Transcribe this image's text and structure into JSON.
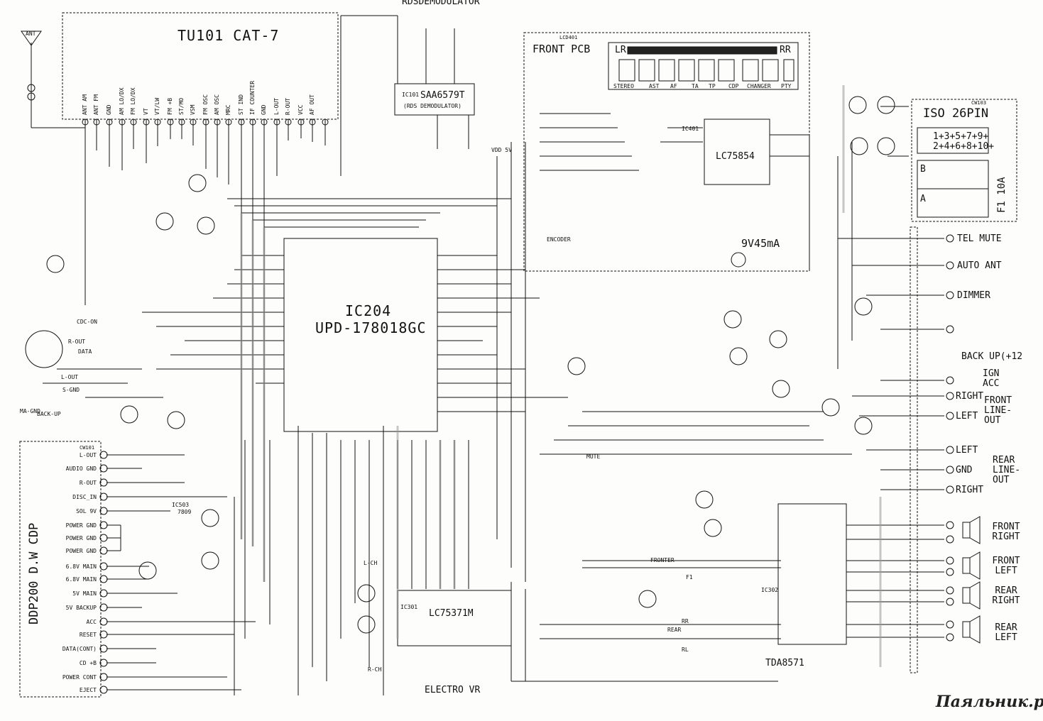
{
  "title_top": "RDSDEMODULATOR",
  "watermark": "Паяльник.ру",
  "tuner": {
    "name": "TU101 CAT-7",
    "antenna": "ANT",
    "pins": [
      "ANT AM",
      "ANT FM",
      "GND",
      "AM LO/DX",
      "FM LO/DX",
      "VT",
      "VT/LW",
      "FM +B",
      "ST/MO",
      "VSM",
      "FM OSC",
      "AM OSC",
      "MRC",
      "ST IND",
      "IF COUNTER",
      "GND",
      "L-OUT",
      "R-OUT",
      "VCC",
      "AF OUT"
    ]
  },
  "rds": {
    "ref": "IC101",
    "name": "SAA6579T",
    "desc": "(RDS DEMODULATOR)"
  },
  "front": {
    "label": "FRONT PCB",
    "lcd": "LCD401",
    "lr": "LR",
    "rr": "RR",
    "indicators": [
      "STEREO",
      "AST",
      "AF",
      "TA",
      "TP",
      "CDP",
      "CHANGER",
      "PTY"
    ],
    "driver": "LC75854",
    "driver_ref": "IC401",
    "encoder": "ENCODER",
    "power": "9V45mA"
  },
  "main_ic": {
    "ref": "IC204",
    "name": "UPD-178018GC"
  },
  "lc_ic": {
    "ref": "IC301",
    "name": "LC75371M"
  },
  "amp_ic": {
    "ref": "IC302",
    "name": "TDA8571"
  },
  "electro": "ELECTRO VR",
  "iso": {
    "title": "ISO 26PIN",
    "ref": "CW103",
    "odd": "1+3+5+7+9+",
    "even": "2+4+6+8+10+",
    "fuse": "F1 10A",
    "slot_b": "B",
    "slot_a": "A"
  },
  "right_terms": [
    {
      "label": "TEL MUTE"
    },
    {
      "label": "AUTO ANT"
    },
    {
      "label": "DIMMER"
    },
    {
      "label": "BACK UP(+12"
    },
    {
      "label": "IGN ACC"
    },
    {
      "label": "RIGHT"
    },
    {
      "label": "LEFT"
    },
    {
      "label": "LEFT"
    },
    {
      "label": "GND"
    },
    {
      "label": "RIGHT"
    }
  ],
  "line_labels": {
    "front_out": "FRONT LINE-OUT",
    "rear_out": "REAR LINE-OUT"
  },
  "speakers": [
    {
      "label": "FRONT RIGHT"
    },
    {
      "label": "FRONT LEFT"
    },
    {
      "label": "REAR RIGHT"
    },
    {
      "label": "REAR LEFT"
    }
  ],
  "cdp": {
    "ref": "CW101",
    "vertical": "DDP200 D.W CDP",
    "pins": [
      "L-OUT",
      "AUDIO GND",
      "R-OUT",
      "DISC_IN",
      "SOL 9V",
      "POWER GND",
      "POWER GND",
      "POWER GND",
      "6.8V MAIN",
      "6.8V MAIN",
      "5V MAIN",
      "5V BACKUP",
      "ACC",
      "RESET",
      "DATA(CONT)",
      "CD +B",
      "POWER CONT",
      "EJECT"
    ]
  },
  "din": {
    "labels": [
      "CDC-ON",
      "R-OUT",
      "DATA",
      "L-OUT",
      "S-GND",
      "MA-GND",
      "BACK-UP"
    ]
  },
  "misc_labels": [
    "IC503",
    "7809",
    "VDD 5V",
    "MUTE",
    "L-CH",
    "R-CH",
    "FRONTER",
    "REAR",
    "RR",
    "RL",
    "F1",
    "TDA8571"
  ]
}
